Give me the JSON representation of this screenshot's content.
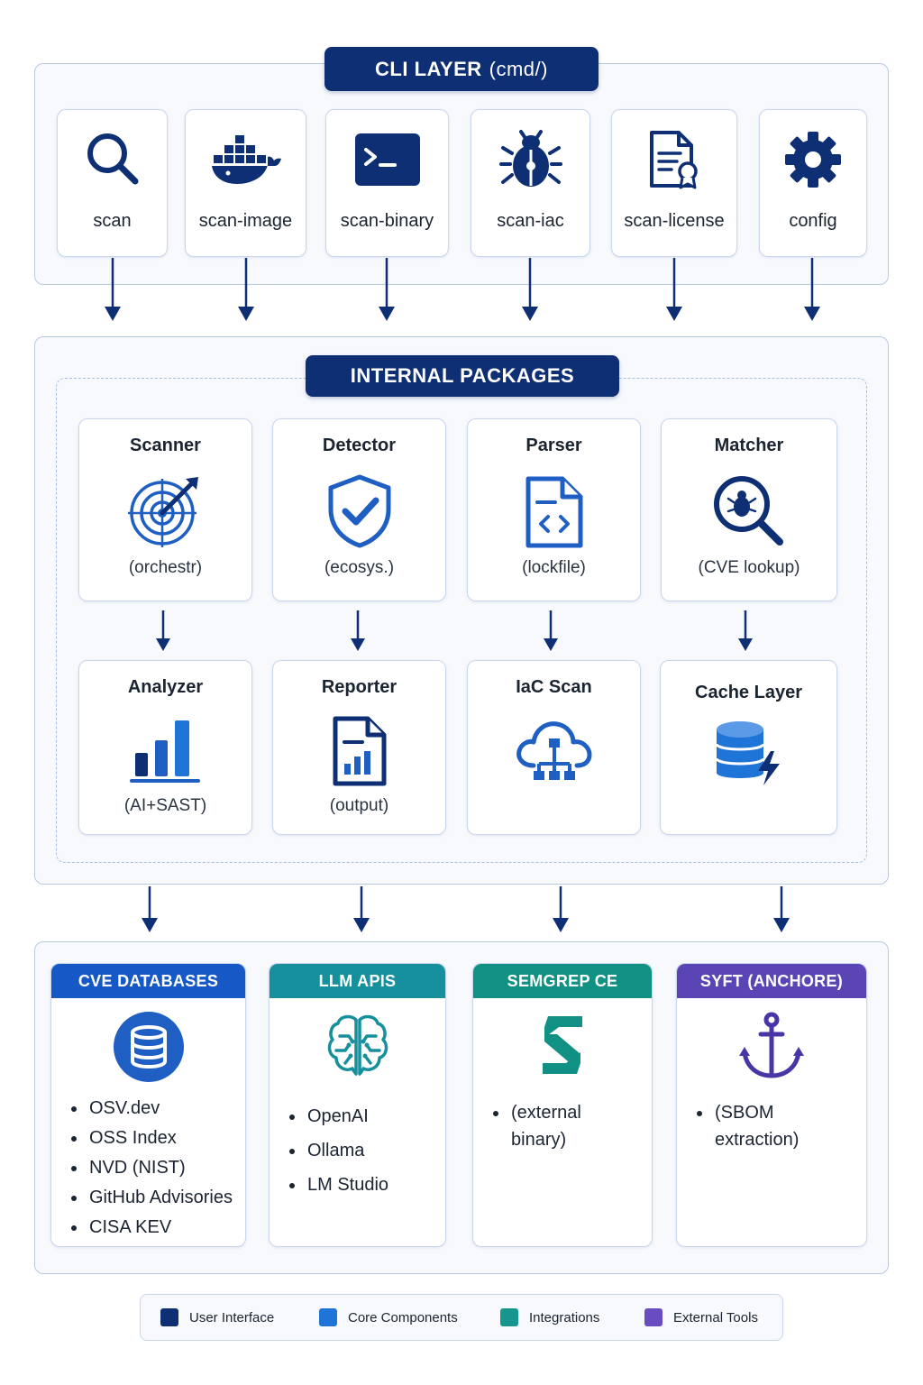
{
  "cli_layer": {
    "title": "CLI LAYER",
    "subtitle": "(cmd/)",
    "commands": [
      {
        "label": "scan",
        "icon": "search-icon"
      },
      {
        "label": "scan-image",
        "icon": "docker-whale-icon"
      },
      {
        "label": "scan-binary",
        "icon": "terminal-icon"
      },
      {
        "label": "scan-iac",
        "icon": "bug-icon"
      },
      {
        "label": "scan-license",
        "icon": "license-document-icon"
      },
      {
        "label": "config",
        "icon": "gear-icon"
      }
    ]
  },
  "internal_packages": {
    "title": "INTERNAL PACKAGES",
    "top_row": [
      {
        "title": "Scanner",
        "caption": "(orchestr)",
        "icon": "target-icon"
      },
      {
        "title": "Detector",
        "caption": "(ecosys.)",
        "icon": "shield-check-icon"
      },
      {
        "title": "Parser",
        "caption": "(lockfile)",
        "icon": "code-file-icon"
      },
      {
        "title": "Matcher",
        "caption": "(CVE lookup)",
        "icon": "bug-search-icon"
      }
    ],
    "bottom_row": [
      {
        "title": "Analyzer",
        "caption": "(AI+SAST)",
        "icon": "bar-chart-icon"
      },
      {
        "title": "Reporter",
        "caption": "(output)",
        "icon": "report-icon"
      },
      {
        "title": "IaC Scan",
        "caption": "",
        "icon": "cloud-network-icon"
      },
      {
        "title": "Cache Layer",
        "caption": "",
        "icon": "database-bolt-icon"
      }
    ]
  },
  "external": [
    {
      "title": "CVE DATABASES",
      "color": "#1758c7",
      "icon": "database-icon",
      "items": [
        "OSV.dev",
        "OSS Index",
        "NVD (NIST)",
        "GitHub Advisories",
        "CISA KEV"
      ]
    },
    {
      "title": "LLM APIS",
      "color": "#16909c",
      "icon": "brain-icon",
      "items": [
        "OpenAI",
        "Ollama",
        "LM Studio"
      ]
    },
    {
      "title": "SEMGREP CE",
      "color": "#119183",
      "icon": "semgrep-logo-icon",
      "items": [
        "(external binary)"
      ]
    },
    {
      "title": "SYFT (ANCHORE)",
      "color": "#5b44b4",
      "icon": "anchor-icon",
      "items": [
        "(SBOM extraction)"
      ]
    }
  ],
  "legend": [
    {
      "label": "User Interface",
      "color": "#0e2f74"
    },
    {
      "label": "Core Components",
      "color": "#1f74d8"
    },
    {
      "label": "Integrations",
      "color": "#16968f"
    },
    {
      "label": "External Tools",
      "color": "#6a4cc2"
    }
  ]
}
